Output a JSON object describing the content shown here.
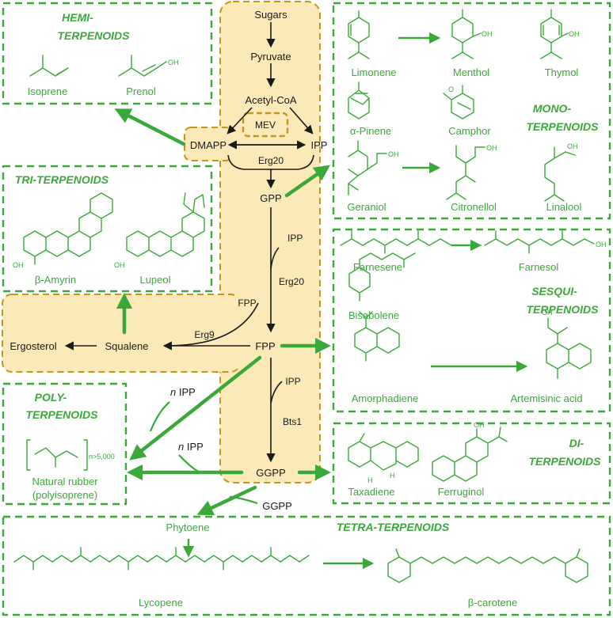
{
  "colors": {
    "green": "#3aa93a",
    "gold": "#c8941a",
    "shade": "#fbe9b8",
    "black": "#1a1a1a"
  },
  "pathway": {
    "sugars": "Sugars",
    "pyruvate": "Pyruvate",
    "acetyl_coa": "Acetyl-CoA",
    "mev": "MEV",
    "dmapp": "DMAPP",
    "ipp": "IPP",
    "erg20_a": "Erg20",
    "gpp": "GPP",
    "ipp_2": "IPP",
    "erg20_b": "Erg20",
    "fpp": "FPP",
    "fpp_side": "FPP",
    "erg9": "Erg9",
    "squalene": "Squalene",
    "ergosterol": "Ergosterol",
    "ipp_3": "IPP",
    "bts1": "Bts1",
    "ggpp": "GGPP",
    "ggpp_side": "GGPP",
    "n_italic": "n",
    "n_ipp_1": " IPP",
    "n_ipp_2": " IPP"
  },
  "groups": {
    "hemi_1": "HEMI-",
    "hemi_2": "TERPENOIDS",
    "mono_1": "MONO-",
    "mono_2": "TERPENOIDS",
    "tri": "TRI-TERPENOIDS",
    "sesqui_1": "SESQUI-",
    "sesqui_2": "TERPENOIDS",
    "poly_1": "POLY-",
    "poly_2": "TERPENOIDS",
    "di_1": "DI-",
    "di_2": "TERPENOIDS",
    "tetra": "TETRA-TERPENOIDS"
  },
  "compounds": {
    "isoprene": "Isoprene",
    "prenol": "Prenol",
    "limonene": "Limonene",
    "menthol": "Menthol",
    "thymol": "Thymol",
    "alpha_pinene": "α-Pinene",
    "camphor": "Camphor",
    "geraniol": "Geraniol",
    "citronellol": "Citronellol",
    "linalool": "Linalool",
    "beta_amyrin": "β-Amyrin",
    "lupeol": "Lupeol",
    "farnesene": "Farnesene",
    "farnesol": "Farnesol",
    "bisabolene": "Bisabolene",
    "amorphadiene": "Amorphadiene",
    "artemisinic_acid": "Artemisinic acid",
    "natural_rubber_1": "Natural rubber",
    "natural_rubber_2": "(polyisoprene)",
    "rubber_subscript": "n>5,000",
    "taxadiene": "Taxadiene",
    "ferruginol": "Ferruginol",
    "phytoene": "Phytoene",
    "lycopene": "Lycopene",
    "beta_carotene": "β-carotene"
  },
  "atoms": {
    "oh": "OH",
    "o": "O",
    "h": "H"
  }
}
